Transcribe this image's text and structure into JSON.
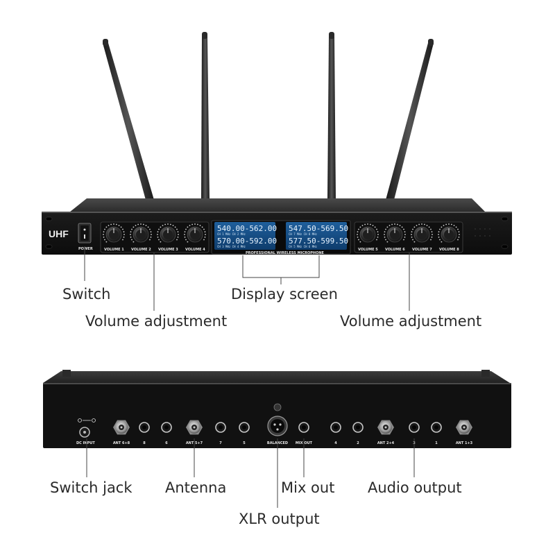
{
  "front": {
    "brand": "UHF",
    "power_label": "POWER",
    "volume_labels_left": [
      "VOLUME 1",
      "VOLUME 2",
      "VOLUME 3",
      "VOLUME 4"
    ],
    "volume_labels_right": [
      "VOLUME 5",
      "VOLUME 6",
      "VOLUME 7",
      "VOLUME 8"
    ],
    "displays": [
      {
        "line1": "540.00-562.00",
        "sub1": "CH 1      MHz      CH 2      MHz",
        "line2": "570.00-592.00",
        "sub2": "CH 3      MHz      CH 4      MHz"
      },
      {
        "line1": "547.50-569.50",
        "sub1": "CH 7      MHz      CH 8      MHz",
        "line2": "577.50-599.50",
        "sub2": "CH 5      MHz      CH 6      MHz"
      }
    ],
    "panel_caption": "PROFESSIONAL WIRELESS MICROPHONE"
  },
  "rear": {
    "dc_label": "DC INPUT",
    "ports": [
      {
        "kind": "bnc",
        "label": "ANT 6+8"
      },
      {
        "kind": "jack",
        "label": "8"
      },
      {
        "kind": "jack",
        "label": "6"
      },
      {
        "kind": "bnc",
        "label": "ANT 5+7"
      },
      {
        "kind": "jack",
        "label": "7"
      },
      {
        "kind": "jack",
        "label": "5"
      },
      {
        "kind": "xlr",
        "label": "BALANCED"
      },
      {
        "kind": "jack",
        "label": "MIX OUT"
      },
      {
        "kind": "jack",
        "label": "4"
      },
      {
        "kind": "jack",
        "label": "2"
      },
      {
        "kind": "bnc",
        "label": "ANT 2+4"
      },
      {
        "kind": "jack",
        "label": "3"
      },
      {
        "kind": "jack",
        "label": "1"
      },
      {
        "kind": "bnc",
        "label": "ANT 1+3"
      }
    ]
  },
  "callouts": {
    "switch": "Switch",
    "volume_left": "Volume adjustment",
    "display": "Display screen",
    "volume_right": "Volume adjustment",
    "switch_jack": "Switch jack",
    "antenna": "Antenna",
    "mix_out": "Mix out",
    "audio_output": "Audio output",
    "xlr_output": "XLR output"
  }
}
